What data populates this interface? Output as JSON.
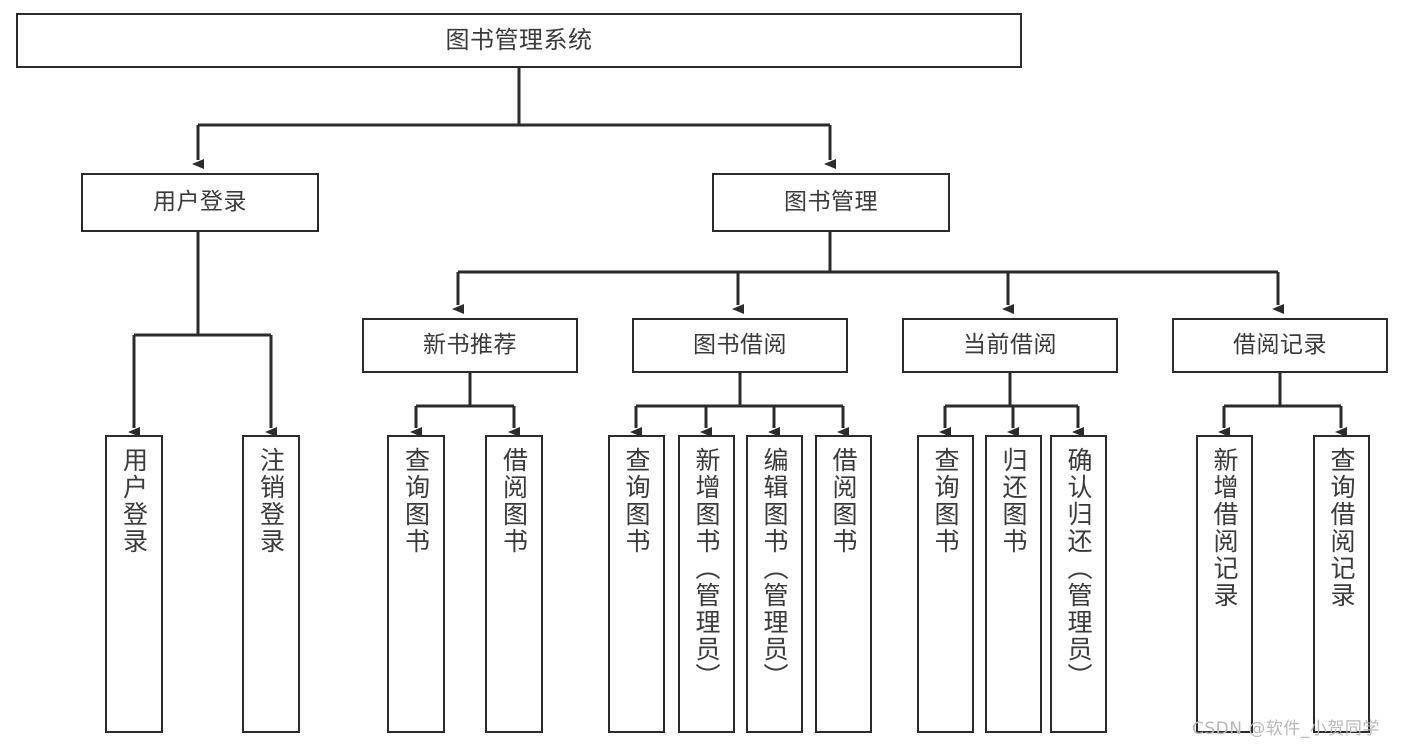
{
  "diagram": {
    "title": "图书管理系统",
    "type": "功能结构图",
    "colors": {
      "background": "#ffffff",
      "box_border": "#2b2b2b",
      "box_fill": "#ffffff",
      "text": "#3a3a3a",
      "connector": "#2b2b2b",
      "watermark": "#b9b9b9"
    }
  },
  "root": {
    "label": "图书管理系统"
  },
  "level2": [
    {
      "label": "用户登录"
    },
    {
      "label": "图书管理"
    }
  ],
  "level3": [
    {
      "label": "新书推荐"
    },
    {
      "label": "图书借阅"
    },
    {
      "label": "当前借阅"
    },
    {
      "label": "借阅记录"
    }
  ],
  "leaves": {
    "user_login": [
      {
        "label": "用户登录"
      },
      {
        "label": "注销登录"
      }
    ],
    "new_book": [
      {
        "label": "查询图书"
      },
      {
        "label": "借阅图书"
      }
    ],
    "book_borrow": [
      {
        "label": "查询图书"
      },
      {
        "label": "新增图书（管理员）"
      },
      {
        "label": "编辑图书（管理员）"
      },
      {
        "label": "借阅图书"
      }
    ],
    "current_borrow": [
      {
        "label": "查询图书"
      },
      {
        "label": "归还图书"
      },
      {
        "label": "确认归还（管理员）"
      }
    ],
    "borrow_record": [
      {
        "label": "新增借阅记录"
      },
      {
        "label": "查询借阅记录"
      }
    ]
  },
  "watermark": {
    "text": "CSDN @软件_小贺同学"
  }
}
